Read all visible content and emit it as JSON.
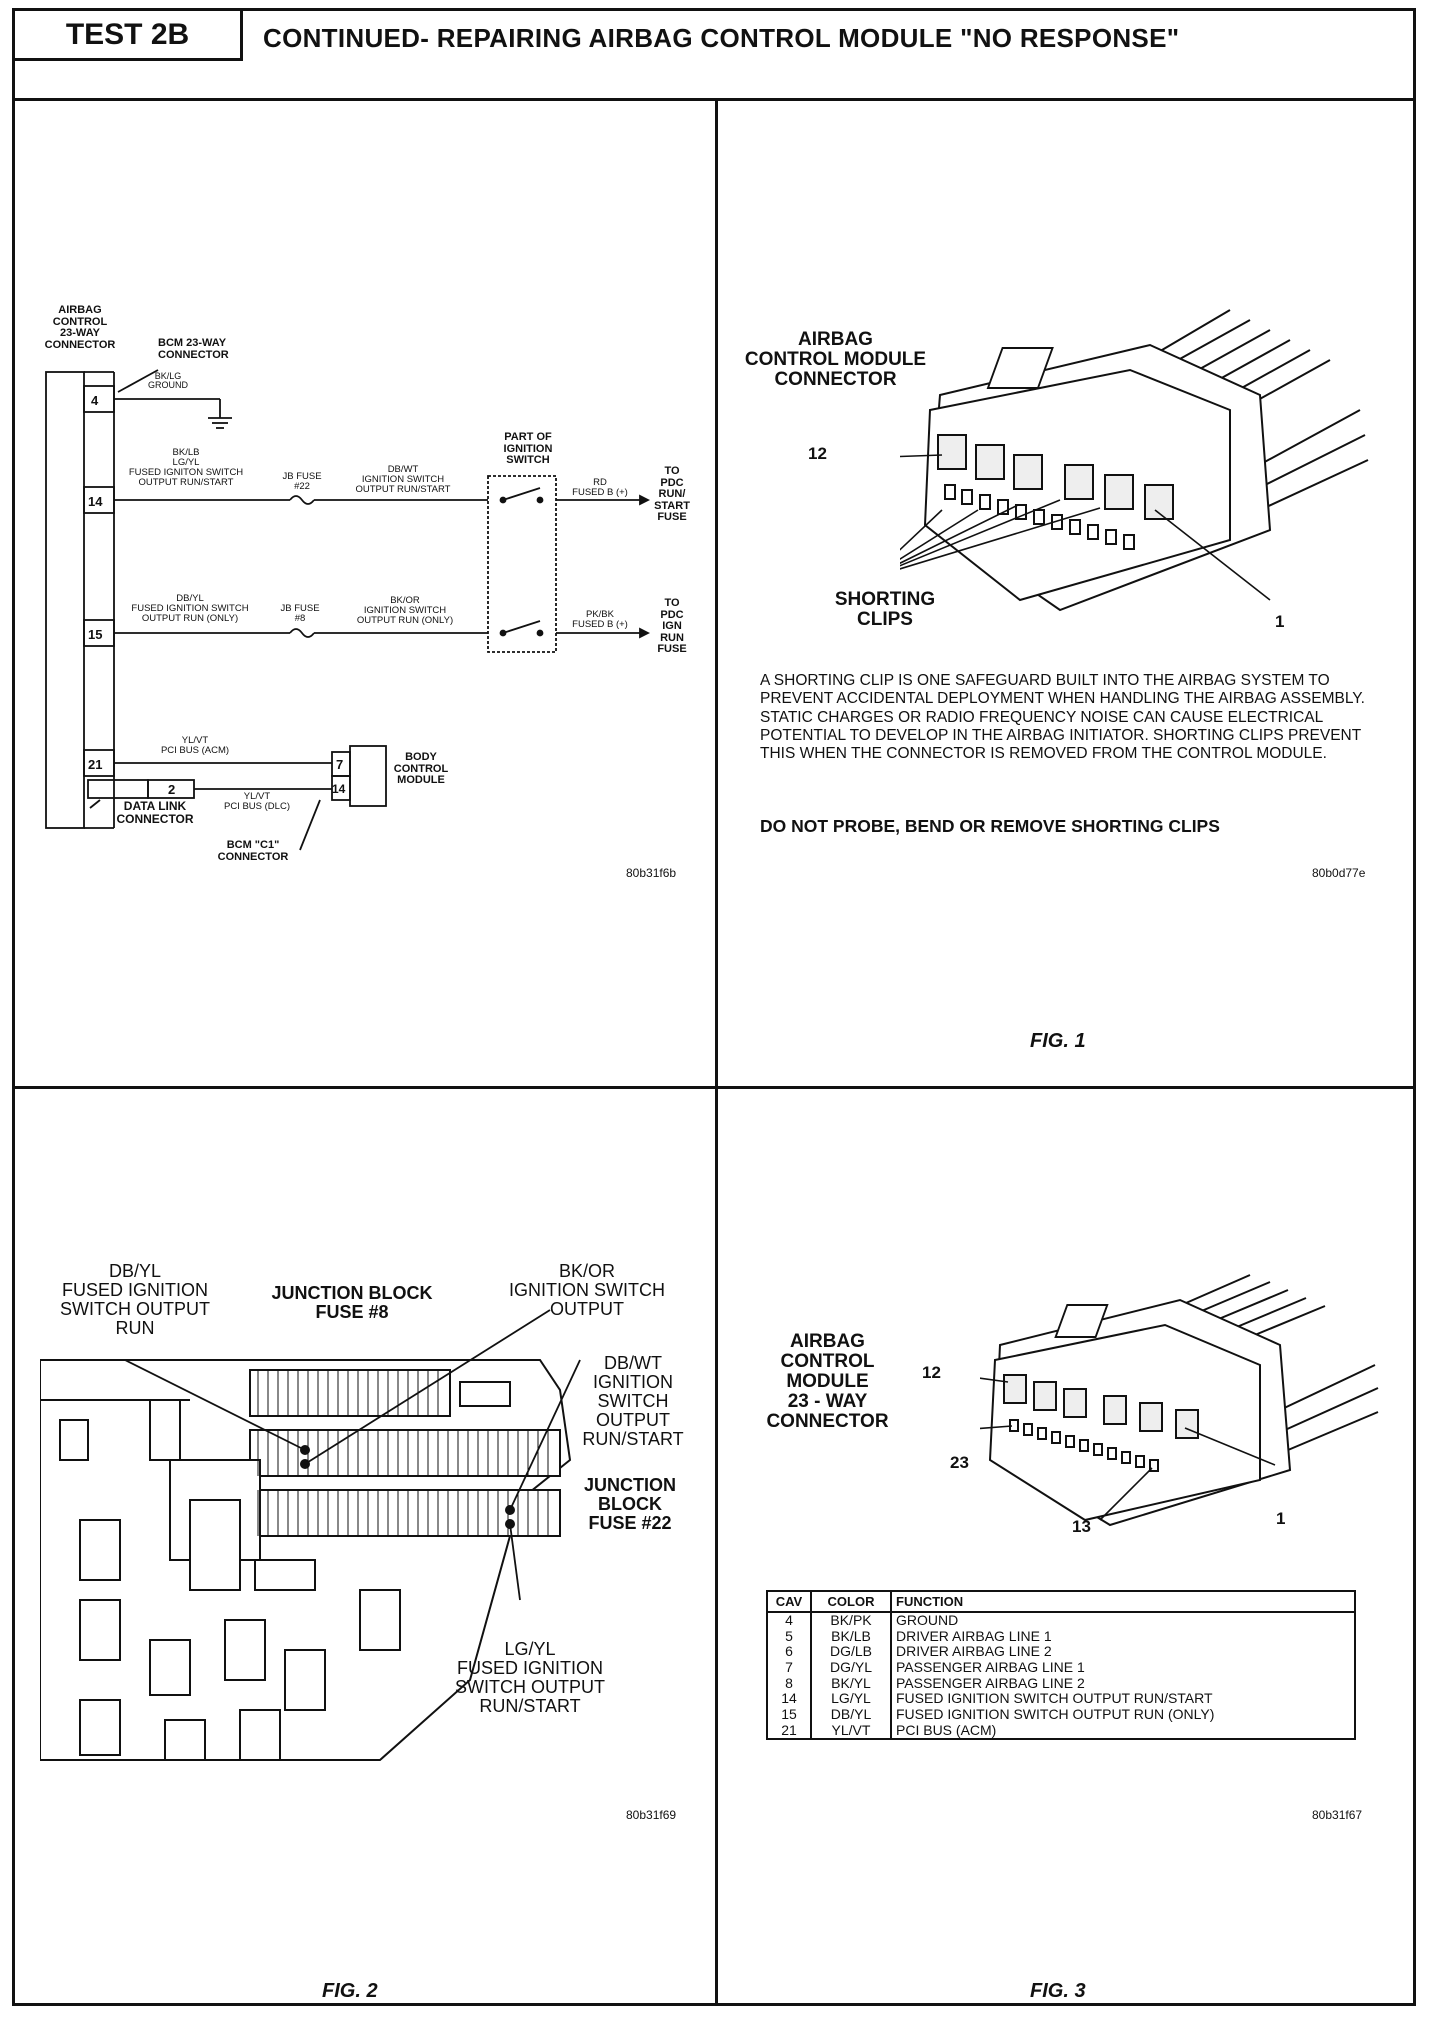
{
  "header": {
    "test_label": "TEST 2B",
    "title": "CONTINUED- REPAIRING AIRBAG CONTROL MODULE \"NO RESPONSE\""
  },
  "schematic": {
    "acm_connector_label": [
      "AIRBAG",
      "CONTROL",
      "23-WAY",
      "CONNECTOR"
    ],
    "bcm_connector_label": [
      "BCM 23-WAY",
      "CONNECTOR"
    ],
    "pin4": "4",
    "pin14": "14",
    "pin15": "15",
    "pin21": "21",
    "ground_wire": [
      "BK/LG",
      "GROUND"
    ],
    "run_start_wire": [
      "BK/LB",
      "LG/YL",
      "FUSED IGNITON SWITCH",
      "OUTPUT RUN/START"
    ],
    "jb_fuse22": [
      "JB FUSE",
      "#22"
    ],
    "dbwt_wire": [
      "DB/WT",
      "IGNITION SWITCH",
      "OUTPUT RUN/START"
    ],
    "ignition_switch_label": [
      "PART OF",
      "IGNITION",
      "SWITCH"
    ],
    "rd_wire": [
      "RD",
      "FUSED B (+)"
    ],
    "to_pdc_run": [
      "TO",
      "PDC",
      "RUN/",
      "START",
      "FUSE"
    ],
    "run_only_wire": [
      "DB/YL",
      "FUSED IGNITION SWITCH",
      "OUTPUT RUN (ONLY)"
    ],
    "jb_fuse8": [
      "JB FUSE",
      "#8"
    ],
    "bkor_wire": [
      "BK/OR",
      "IGNITION SWITCH",
      "OUTPUT RUN (ONLY)"
    ],
    "pkbk_wire": [
      "PK/BK",
      "FUSED B (+)"
    ],
    "to_pdc_ign": [
      "TO",
      "PDC",
      "IGN",
      "RUN",
      "FUSE"
    ],
    "pci_acm_wire": [
      "YL/VT",
      "PCI BUS (ACM)"
    ],
    "pci_dlc_wire": [
      "YL/VT",
      "PCI BUS (DLC)"
    ],
    "dlc_pin": "2",
    "dlc_label": [
      "DATA LINK",
      "CONNECTOR"
    ],
    "bcm_c1_label": [
      "BCM \"C1\"",
      "CONNECTOR"
    ],
    "bcm_pin7": "7",
    "bcm_pin14": "14",
    "bcm_label": [
      "BODY",
      "CONTROL",
      "MODULE"
    ],
    "code": "80b31f6b"
  },
  "fig1": {
    "connector_label": [
      "AIRBAG",
      "CONTROL MODULE",
      "CONNECTOR"
    ],
    "callout_12": "12",
    "callout_1": "1",
    "shorting_label": [
      "SHORTING",
      "CLIPS"
    ],
    "note": "A SHORTING CLIP IS ONE SAFEGUARD BUILT INTO THE AIRBAG SYSTEM TO PREVENT ACCIDENTAL DEPLOYMENT WHEN HANDLING THE AIRBAG ASSEMBLY. STATIC CHARGES OR RADIO FREQUENCY NOISE CAN CAUSE ELECTRICAL POTENTIAL TO DEVELOP IN THE AIRBAG INITIATOR. SHORTING CLIPS PREVENT THIS WHEN THE CONNECTOR IS REMOVED FROM THE CONTROL MODULE.",
    "warning": "DO NOT PROBE, BEND OR REMOVE SHORTING CLIPS",
    "code": "80b0d77e",
    "caption": "FIG. 1"
  },
  "fig2": {
    "dbyl_label": [
      "DB/YL",
      "FUSED IGNITION",
      "SWITCH OUTPUT",
      "RUN"
    ],
    "jb_fuse8_label": [
      "JUNCTION BLOCK",
      "FUSE #8"
    ],
    "bkor_label": [
      "BK/OR",
      "IGNITION SWITCH",
      "OUTPUT"
    ],
    "dbwt_label": [
      "DB/WT",
      "IGNITION",
      "SWITCH",
      "OUTPUT",
      "RUN/START"
    ],
    "jb_fuse22_label": [
      "JUNCTION",
      "BLOCK",
      "FUSE #22"
    ],
    "lgyl_label": [
      "LG/YL",
      "FUSED IGNITION",
      "SWITCH OUTPUT",
      "RUN/START"
    ],
    "code": "80b31f69",
    "caption": "FIG. 2"
  },
  "fig3": {
    "connector_label": [
      "AIRBAG",
      "CONTROL",
      "MODULE",
      "23 - WAY",
      "CONNECTOR"
    ],
    "callout_12": "12",
    "callout_23": "23",
    "callout_13": "13",
    "callout_1": "1",
    "table": {
      "headers": [
        "CAV",
        "COLOR",
        "FUNCTION"
      ],
      "rows": [
        [
          "4",
          "BK/PK",
          "GROUND"
        ],
        [
          "5",
          "BK/LB",
          "DRIVER AIRBAG LINE 1"
        ],
        [
          "6",
          "DG/LB",
          "DRIVER AIRBAG LINE 2"
        ],
        [
          "7",
          "DG/YL",
          "PASSENGER AIRBAG LINE 1"
        ],
        [
          "8",
          "BK/YL",
          "PASSENGER AIRBAG LINE 2"
        ],
        [
          "14",
          "LG/YL",
          "FUSED IGNITION SWITCH OUTPUT RUN/START"
        ],
        [
          "15",
          "DB/YL",
          "FUSED IGNITION SWITCH OUTPUT RUN (ONLY)"
        ],
        [
          "21",
          "YL/VT",
          "PCI BUS (ACM)"
        ]
      ]
    },
    "code": "80b31f67",
    "caption": "FIG. 3"
  }
}
